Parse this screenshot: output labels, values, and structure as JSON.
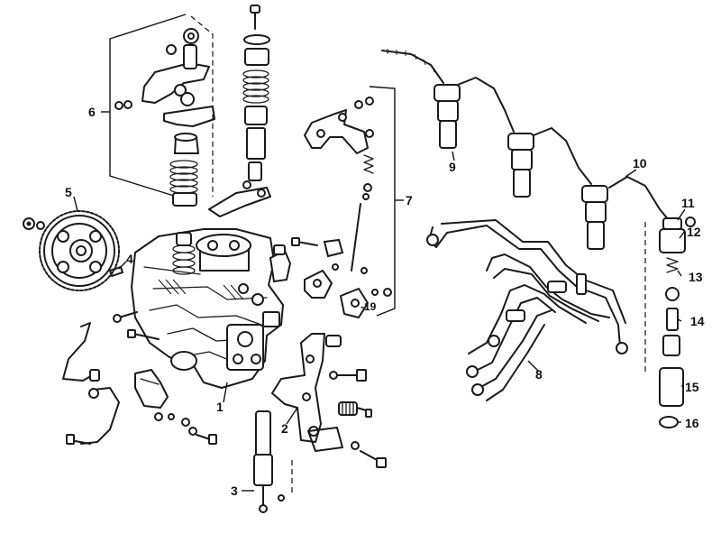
{
  "callouts": [
    {
      "id": "1",
      "label": "1"
    },
    {
      "id": "2",
      "label": "2"
    },
    {
      "id": "3",
      "label": "3"
    },
    {
      "id": "4",
      "label": "4"
    },
    {
      "id": "5",
      "label": "5"
    },
    {
      "id": "6",
      "label": "6"
    },
    {
      "id": "7",
      "label": "7"
    },
    {
      "id": "8",
      "label": "8"
    },
    {
      "id": "9",
      "label": "9"
    },
    {
      "id": "10",
      "label": "10"
    },
    {
      "id": "11",
      "label": "11"
    },
    {
      "id": "12",
      "label": "12"
    },
    {
      "id": "13",
      "label": "13"
    },
    {
      "id": "14",
      "label": "14"
    },
    {
      "id": "15",
      "label": "15"
    },
    {
      "id": "16",
      "label": "16"
    },
    {
      "id": "19",
      "label": "-19"
    }
  ]
}
